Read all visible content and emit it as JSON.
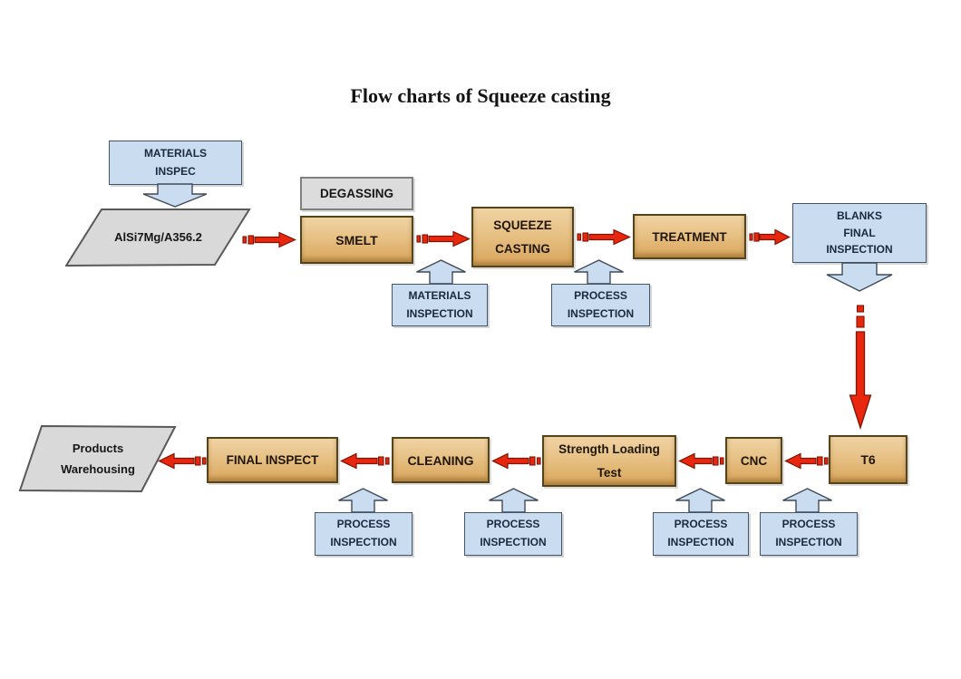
{
  "title": "Flow charts of Squeeze casting",
  "nodes": {
    "materials_inspec": {
      "line1": "MATERIALS",
      "line2": "INSPEC"
    },
    "alloy": {
      "label": "AlSi7Mg/A356.2"
    },
    "degassing": {
      "label": "DEGASSING"
    },
    "smelt": {
      "label": "SMELT"
    },
    "squeeze_casting": {
      "line1": "SQUEEZE",
      "line2": "CASTING"
    },
    "treatment": {
      "label": "TREATMENT"
    },
    "blanks_final_inspection": {
      "line1": "BLANKS",
      "line2": "FINAL",
      "line3": "INSPECTION"
    },
    "materials_inspection": {
      "line1": "MATERIALS",
      "line2": "INSPECTION"
    },
    "process_inspection_top": {
      "line1": "PROCESS",
      "line2": "INSPECTION"
    },
    "t6": {
      "label": "T6"
    },
    "cnc": {
      "label": "CNC"
    },
    "strength_loading_test": {
      "line1": "Strength Loading",
      "line2": "Test"
    },
    "cleaning": {
      "label": "CLEANING"
    },
    "final_inspect": {
      "label": "FINAL INSPECT"
    },
    "products_warehousing": {
      "line1": "Products",
      "line2": "Warehousing"
    },
    "process_inspections_bottom": [
      {
        "line1": "PROCESS",
        "line2": "INSPECTION"
      },
      {
        "line1": "PROCESS",
        "line2": "INSPECTION"
      },
      {
        "line1": "PROCESS",
        "line2": "INSPECTION"
      },
      {
        "line1": "PROCESS",
        "line2": "INSPECTION"
      }
    ]
  },
  "colors": {
    "process_box_fill_top": "#f0d3a4",
    "process_box_fill_bottom": "#d9a55b",
    "process_box_border": "#55431a",
    "inspection_fill": "#cadcf0",
    "inspection_border": "#44546a",
    "neutral_fill": "#dcdcdc",
    "neutral_border": "#7f7f7f",
    "arrow_red_fill": "#e8270e",
    "arrow_red_outline": "#7e1504",
    "background": "#ffffff"
  }
}
